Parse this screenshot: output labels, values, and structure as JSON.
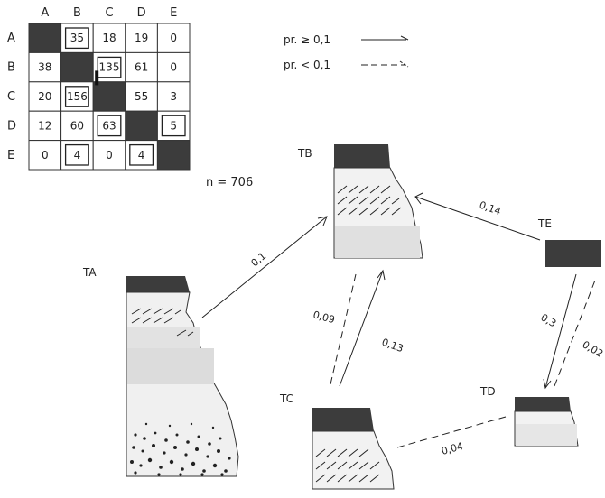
{
  "matrix": {
    "col_headers": [
      "A",
      "B",
      "C",
      "D",
      "E"
    ],
    "row_headers": [
      "A",
      "B",
      "C",
      "D",
      "E"
    ],
    "cells": [
      [
        "",
        "35",
        "18",
        "19",
        "0"
      ],
      [
        "38",
        "",
        "135",
        "61",
        "0"
      ],
      [
        "20",
        "156",
        "",
        "55",
        "3"
      ],
      [
        "12",
        "60",
        "63",
        "",
        "5"
      ],
      [
        "0",
        "4",
        "0",
        "4",
        ""
      ]
    ],
    "boxed": [
      [
        0,
        1
      ],
      [
        1,
        2
      ],
      [
        2,
        1
      ],
      [
        3,
        2
      ],
      [
        3,
        4
      ],
      [
        4,
        1
      ],
      [
        4,
        3
      ]
    ],
    "n_label": "n = 706"
  },
  "legend": {
    "solid": "pr. ≥ 0,1",
    "dashed": "pr. < 0,1"
  },
  "nodes": {
    "A": "TA",
    "B": "TB",
    "C": "TC",
    "D": "TD",
    "E": "TE"
  },
  "edges": {
    "A_B": "0,1",
    "E_B": "0,14",
    "B_C_dashed": "0,09",
    "C_B": "0,13",
    "E_D": "0,3",
    "D_E_dashed": "0,02",
    "C_D_dashed": "0,04"
  },
  "colors": {
    "ink": "#222222",
    "dark_fill": "#3c3c3c",
    "light_fill": "#e6e6e6"
  }
}
